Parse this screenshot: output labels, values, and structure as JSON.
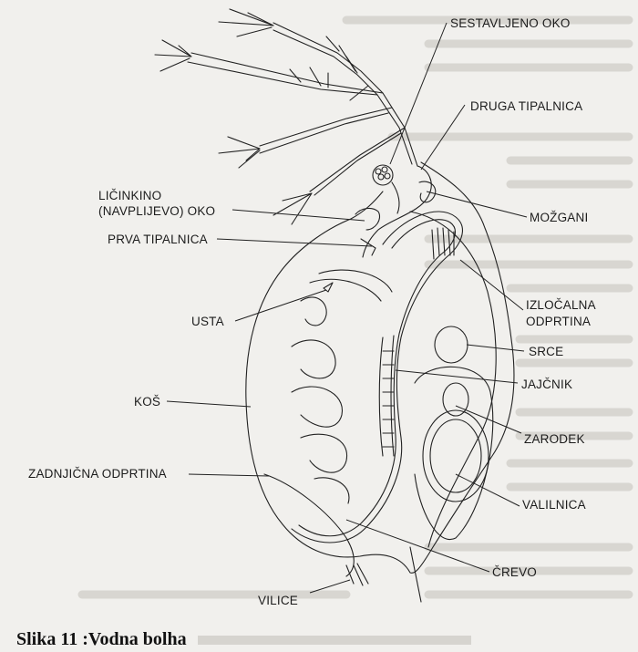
{
  "labels": {
    "sestavljeno_oko": "SESTAVLJENO OKO",
    "druga_tipalnica": "DRUGA TIPALNICA",
    "licinkino_oko_line1": "LIČINKINO",
    "licinkino_oko_line2": "(NAVPLIJEVO) OKO",
    "mozgani": "MOŽGANI",
    "prva_tipalnica": "PRVA TIPALNICA",
    "izlocalna_odprtina_line1": "IZLOČALNA",
    "izlocalna_odprtina_line2": "ODPRTINA",
    "usta": "USTA",
    "srce": "SRCE",
    "jajcnik": "JAJČNIK",
    "kos": "KOŠ",
    "zarodek": "ZARODEK",
    "zadnjicna_odprtina": "ZADNJIČNA ODPRTINA",
    "valilnica": "VALILNICA",
    "crevo": "ČREVO",
    "vilice": "VILICE"
  },
  "caption": "Slika 11 :Vodna bolha"
}
